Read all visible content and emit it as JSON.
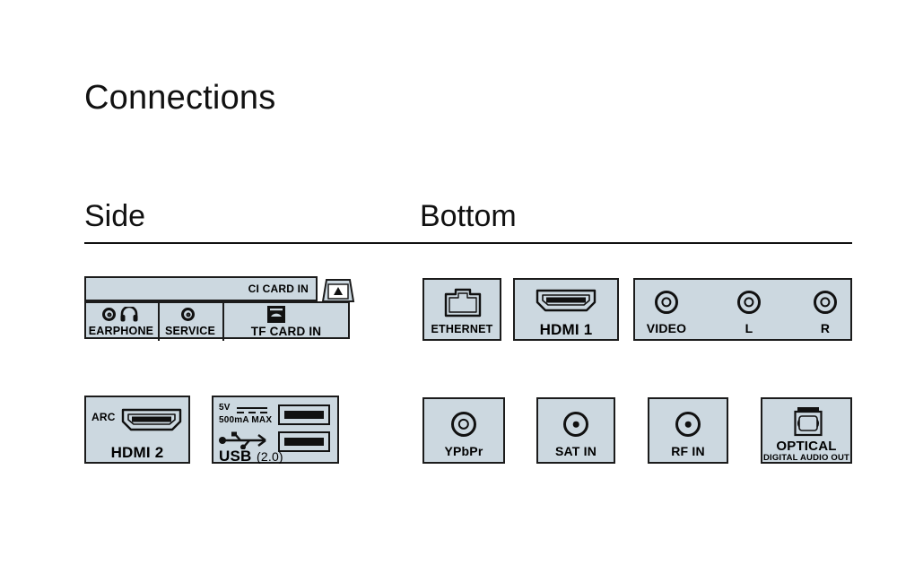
{
  "page": {
    "title": "Connections"
  },
  "sections": {
    "side": {
      "heading": "Side"
    },
    "bottom": {
      "heading": "Bottom"
    }
  },
  "side_panels": {
    "top_strip": {
      "ci_card_label": "CI CARD IN",
      "ci_slot_icon": "ci-card-slot-arrow-icon"
    },
    "ports": [
      {
        "name": "earphone",
        "label": "EARPHONE",
        "icons": [
          "rca-jack-icon",
          "headphone-icon"
        ]
      },
      {
        "name": "service",
        "label": "SERVICE",
        "icons": [
          "rca-jack-icon"
        ]
      },
      {
        "name": "tf-card",
        "label": "TF CARD IN",
        "icons": [
          "memory-card-icon"
        ]
      }
    ],
    "hdmi2": {
      "arc_label": "ARC",
      "label": "HDMI 2",
      "icon": "hdmi-port-icon"
    },
    "usb": {
      "voltage": "5V",
      "current": "500mA MAX",
      "label": "USB",
      "version": "(2.0)",
      "icon": "usb-trident-icon",
      "port_count": 2
    }
  },
  "bottom_panels": {
    "row1": [
      {
        "name": "ethernet",
        "label": "ETHERNET",
        "icon": "rj45-jack-icon"
      },
      {
        "name": "hdmi1",
        "label": "HDMI 1",
        "icon": "hdmi-port-icon"
      }
    ],
    "av_group": [
      {
        "name": "video",
        "label": "VIDEO",
        "icon": "rca-jack-icon"
      },
      {
        "name": "audio-left",
        "label": "L",
        "icon": "rca-jack-icon"
      },
      {
        "name": "audio-right",
        "label": "R",
        "icon": "rca-jack-icon"
      }
    ],
    "row2": [
      {
        "name": "ypbpr",
        "label": "YPbPr",
        "sublabel": "",
        "icon": "rca-jack-icon"
      },
      {
        "name": "sat-in",
        "label": "SAT IN",
        "sublabel": "",
        "icon": "f-connector-icon"
      },
      {
        "name": "rf-in",
        "label": "RF IN",
        "sublabel": "",
        "icon": "f-connector-icon"
      },
      {
        "name": "optical",
        "label": "OPTICAL",
        "sublabel": "DIGITAL AUDIO OUT",
        "icon": "toslink-port-icon"
      }
    ]
  },
  "colors": {
    "panel_fill": "#ccd8e0",
    "outline": "#1b1b1b",
    "text": "#000000",
    "background": "#ffffff"
  }
}
